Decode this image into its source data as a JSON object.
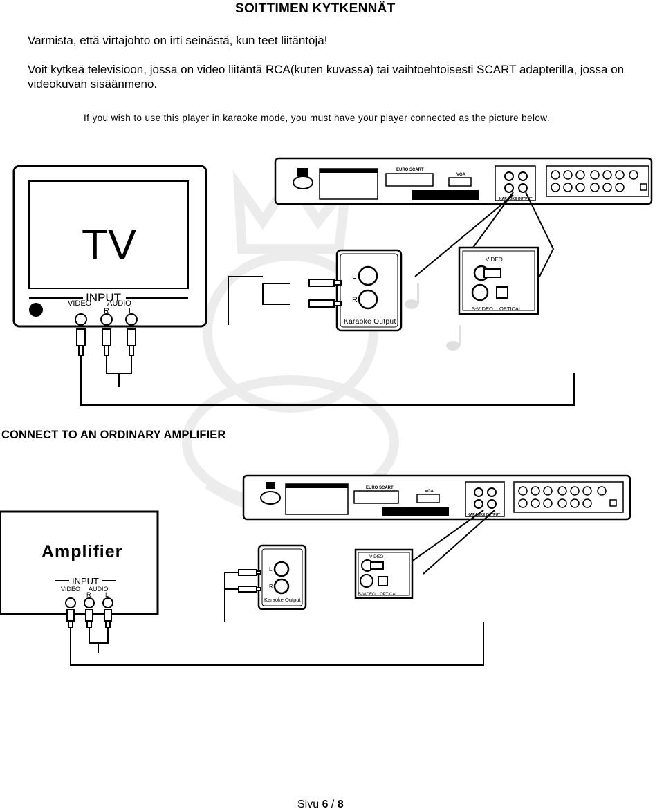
{
  "title": "SOITTIMEN KYTKENNÄT",
  "warning": "Varmista, että virtajohto on irti seinästä, kun teet liitäntöjä!",
  "paragraph": "Voit kytkeä televisioon, jossa on video liitäntä RCA(kuten kuvassa) tai vaihtoehtoisesti SCART adapterilla, jossa on videokuvan sisäänmeno.",
  "karaoke_note": "If you wish to use this player in karaoke mode, you must have your player connected  as the picture below.",
  "tv_diagram": {
    "tv_label": "TV",
    "input_label": "INPUT",
    "video_label": "VIDEO",
    "audio_label": "AUDIO",
    "r_label": "R",
    "l_label": "L",
    "karaoke_output_label": "Karaoke Output",
    "video_panel_label": "VIDEO",
    "svideo_label": "S-VIDEO",
    "optical_label": "OPTICAL",
    "euro_scart_label": "EURO SCART",
    "vga_label": "VGA",
    "karaoke_output_rear_label": "KARAOKE OUTPUT"
  },
  "heading2": "CONNECT TO AN ORDINARY AMPLIFIER",
  "amp_diagram": {
    "amp_label": "Amplifier",
    "input_label": "INPUT",
    "video_label": "VIDEO",
    "audio_label": "AUDIO",
    "r_label": "R",
    "l_label": "L",
    "karaoke_output_label": "Karaoke Output",
    "video_panel_label": "VIDEO",
    "svideo_label": "S-VIDEO",
    "optical_label": "OPTICAL",
    "euro_scart_label": "EURO SCART",
    "vga_label": "VGA",
    "karaoke_output_rear_label": "KARAOKE OUTPUT"
  },
  "footer": {
    "prefix": "Sivu ",
    "page": "6",
    "sep": " / ",
    "total": "8"
  }
}
